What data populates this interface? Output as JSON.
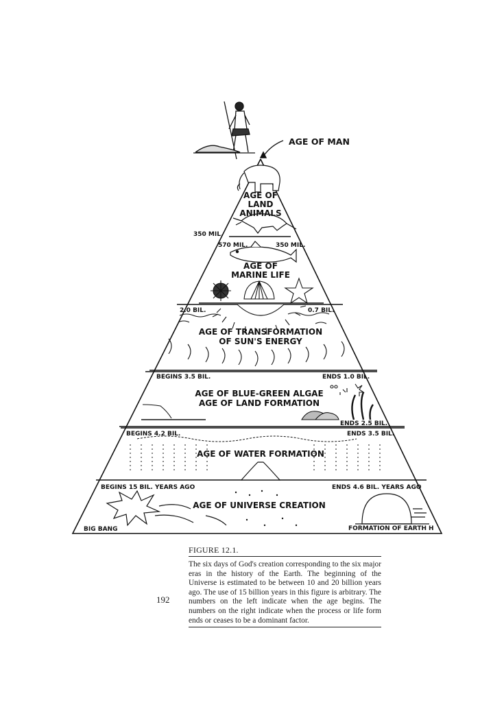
{
  "diagram": {
    "apex_label": "AGE OF MAN",
    "levels": [
      {
        "title_lines": [
          "AGE OF",
          "LAND",
          "ANIMALS"
        ],
        "left_label": "350 MIL.",
        "right_label": ""
      },
      {
        "title_lines": [
          "AGE OF",
          "MARINE LIFE"
        ],
        "left_label": "570 MIL.",
        "right_label": "350 MIL."
      },
      {
        "title_lines": [
          "AGE OF TRANSFORMATION",
          "OF SUN'S ENERGY"
        ],
        "left_label": "2.0 BIL.",
        "right_label": "0.7 BIL."
      },
      {
        "title_lines": [
          "AGE OF BLUE-GREEN ALGAE",
          "AGE OF LAND FORMATION"
        ],
        "left_label": "BEGINS 3.5 BIL.",
        "right_label": "ENDS 1.0 BIL.",
        "extra_label": "ENDS 2.5 BIL."
      },
      {
        "title_lines": [
          "AGE OF WATER FORMATION"
        ],
        "left_label": "BEGINS 4.2 BIL.",
        "right_label": "ENDS 3.5 BIL."
      },
      {
        "title_lines": [
          "AGE OF UNIVERSE CREATION"
        ],
        "left_label": "BEGINS 15 BIL. YEARS AGO",
        "right_label": "ENDS 4.6 BIL. YEARS AGO",
        "bottom_left": "BIG BANG",
        "bottom_right": "FORMATION OF EARTH",
        "corner_mark": "H"
      }
    ]
  },
  "caption": {
    "heading": "FIGURE 12.1.",
    "body": "The six days of God's creation corresponding to the six major eras in the history of the Earth. The beginning of the Universe is estimated to be between 10 and 20 billion years ago. The use of 15 billion years in this figure is arbitrary. The numbers on the left indicate when the age begins. The numbers on the right indicate when the process or life form ends or ceases to be a dominant factor."
  },
  "page_number": "192"
}
